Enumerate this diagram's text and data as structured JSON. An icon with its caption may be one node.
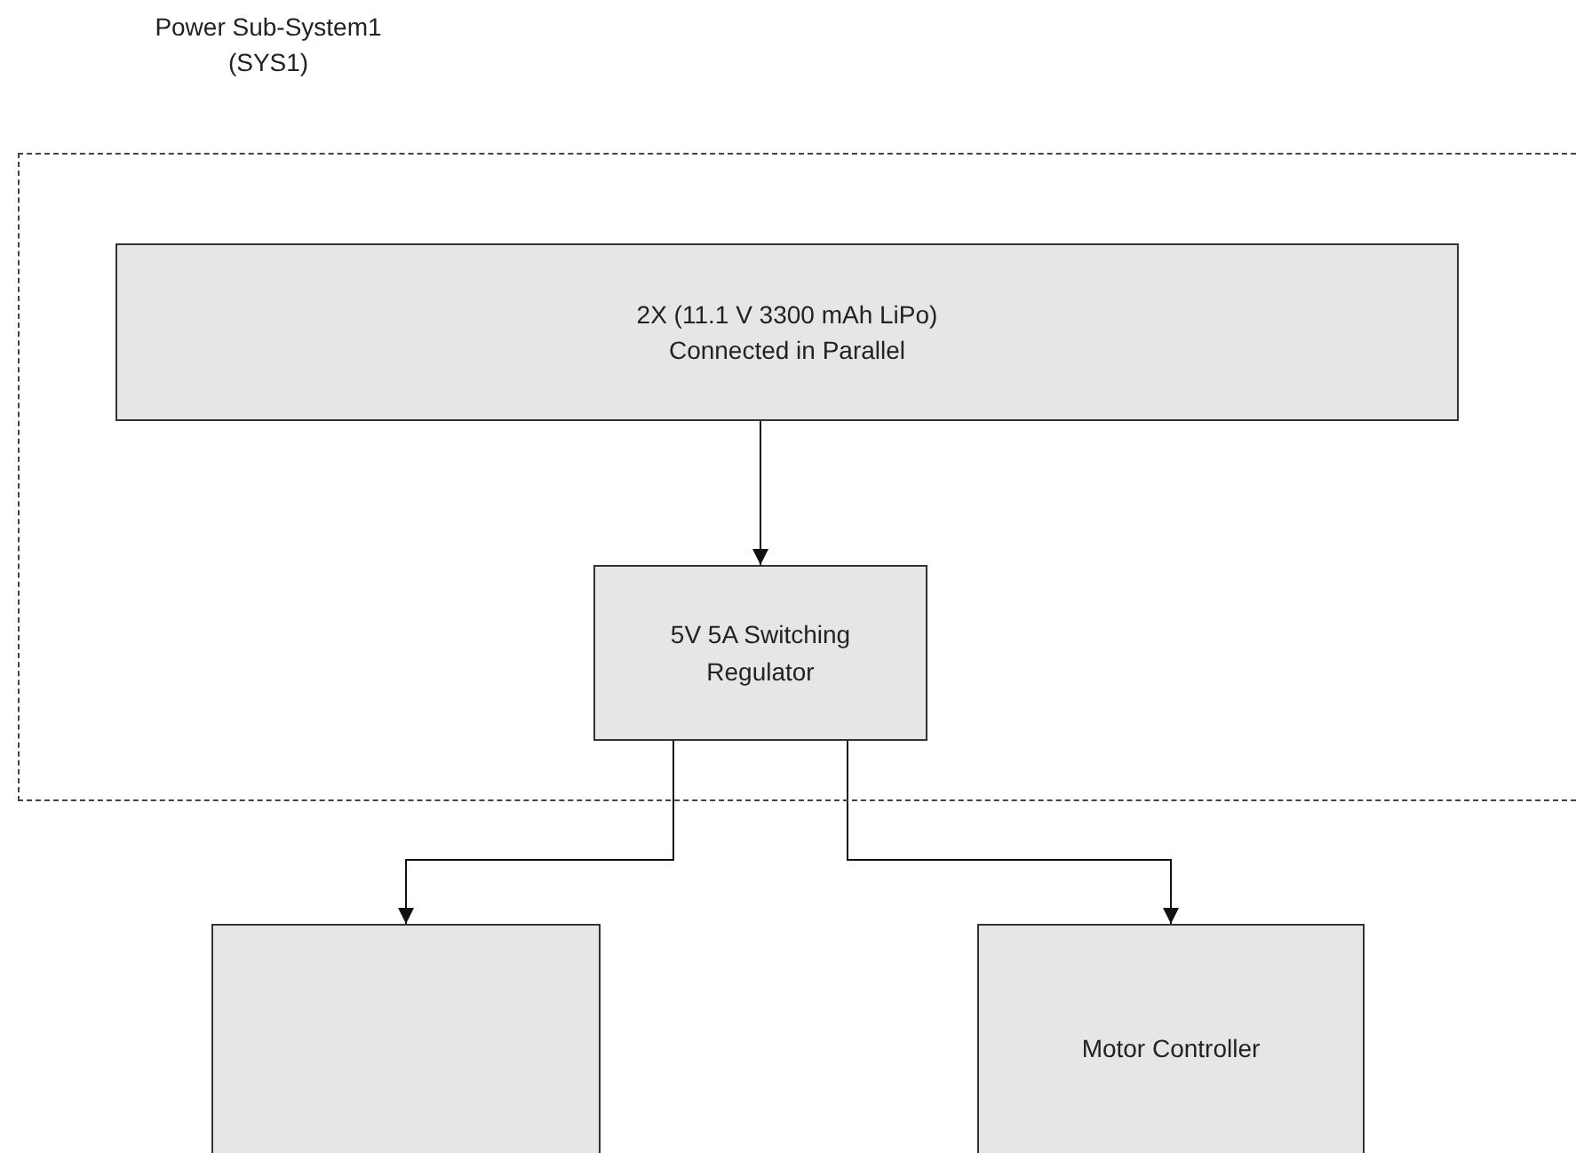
{
  "diagram": {
    "nodes": [
      {
        "text": [
          "Power Sub-System1 (SYS1)"
        ]
      },
      {
        "text": [
          "2X (11.1 V 3300 mAh LiPo) Connected in Parallel"
        ],
        "in": 0
      },
      {
        "text": [
          "5V 5A Switching Regulator"
        ],
        "in": 0
      },
      {
        "text": [],
        "shape": "box"
      },
      {
        "text": [
          "Motor Controller"
        ]
      }
    ],
    "edges": [
      {
        "from": 1,
        "to": 2,
        "arrow": "to"
      },
      {
        "from": 2,
        "to": 3,
        "arrow": "to"
      },
      {
        "from": 2,
        "to": 4,
        "arrow": "to"
      }
    ]
  }
}
